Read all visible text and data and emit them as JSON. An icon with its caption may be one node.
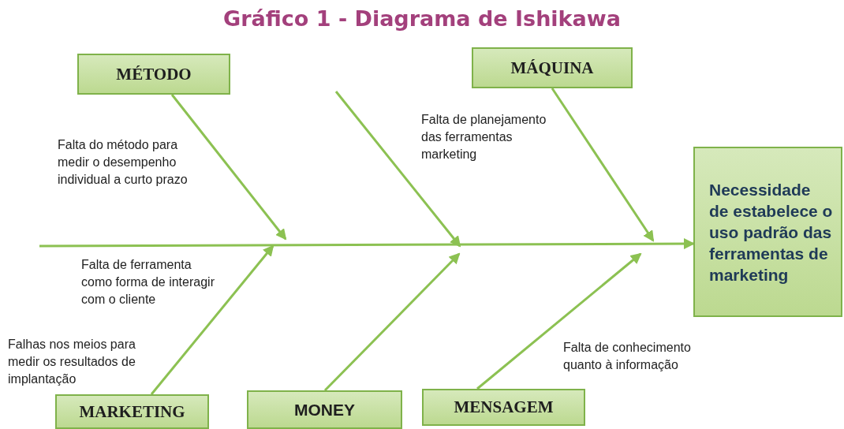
{
  "diagram": {
    "title": "Gráfico 1 - Diagrama de Ishikawa",
    "nodes": [
      {
        "text": [
          "MÉTODO"
        ]
      },
      {
        "text": [
          "MÁQUINA"
        ]
      },
      {
        "text": [
          "Necessidade de estabelece o uso padrão das ferramentas de marketing"
        ]
      },
      {
        "text": [
          "MARKETING"
        ]
      },
      {
        "text": [
          "MONEY"
        ]
      },
      {
        "text": [
          "MENSAGEM"
        ]
      }
    ],
    "edges": [
      {
        "from": null,
        "to": 2,
        "arrow": "to"
      },
      {
        "from": 0,
        "to": null,
        "arrow": "to"
      },
      {
        "from": 1,
        "to": null,
        "arrow": "to"
      },
      {
        "from": 3,
        "to": null,
        "arrow": "to"
      },
      {
        "from": 4,
        "to": null,
        "arrow": "to"
      },
      {
        "from": 5,
        "to": null,
        "arrow": "to"
      }
    ],
    "labels": [
      "Falta de planejamento das ferramentas marketing",
      "Falta do método para medir o desempenho individual a curto prazo",
      "Falta de ferramenta como forma de interagir com o cliente",
      "Falhas nos meios para medir os resultados de implantação",
      "Falta de conhecimento quanto à informação"
    ]
  }
}
